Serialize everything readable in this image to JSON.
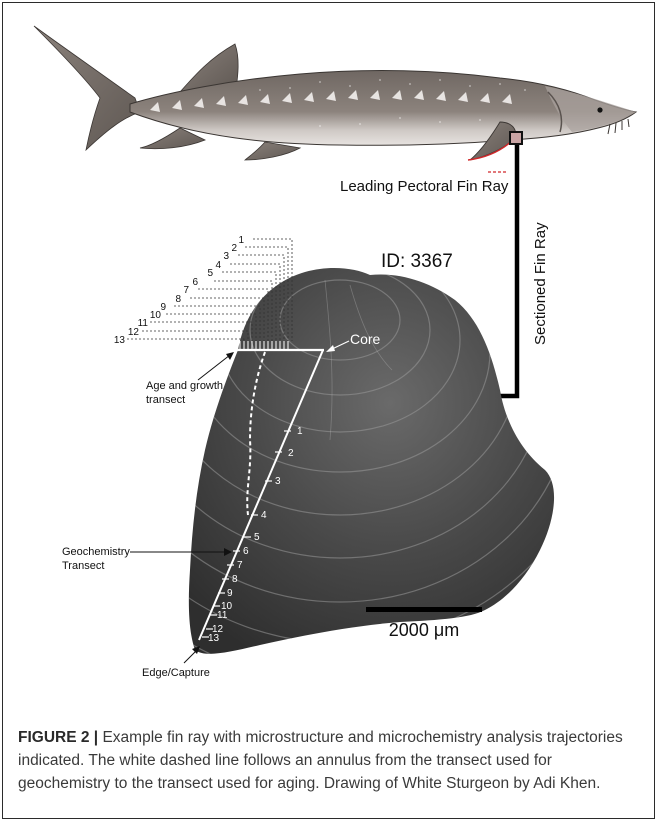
{
  "labels": {
    "leading_pectoral": "Leading Pectoral Fin Ray",
    "sectioned": "Sectioned Fin Ray",
    "id": "ID: 3367",
    "core": "Core",
    "age_growth_1": "Age and growth",
    "age_growth_2": "transect",
    "geochem_1": "Geochemistry",
    "geochem_2": "Transect",
    "edge": "Edge/Capture",
    "scale": "2000 μm"
  },
  "age_ticks": [
    "1",
    "2",
    "3",
    "4",
    "5",
    "6",
    "7",
    "8",
    "9",
    "10",
    "11",
    "12",
    "13"
  ],
  "geo_ticks": [
    "1",
    "2",
    "3",
    "4",
    "5",
    "6",
    "7",
    "8",
    "9",
    "10",
    "11",
    "12",
    "13"
  ],
  "caption": {
    "figure_label": "FIGURE 2 |",
    "text": " Example fin ray with microstructure and microchemistry analysis trajectories indicated. The white dashed line follows an annulus from the transect used for geochemistry to the transect used for aging. Drawing of White Sturgeon by Adi Khen."
  },
  "colors": {
    "fish_body": "#8a817b",
    "fish_belly": "#d9d4d1",
    "section": "#3a3a3a",
    "accent_red": "#d0282a"
  }
}
